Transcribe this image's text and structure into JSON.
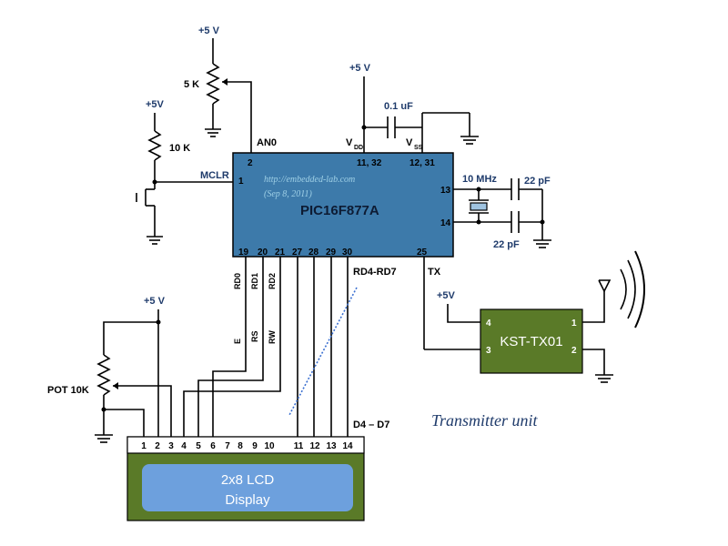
{
  "mcu": {
    "name": "PIC16F877A",
    "website": "http://embedded-lab.com",
    "date": "(Sep 8, 2011)",
    "pins": {
      "an0": "2",
      "mclr": "1",
      "vdd": "11, 32",
      "vss": "12, 31",
      "osc1": "13",
      "osc2": "14",
      "tx_pin": "25",
      "rd0": "19",
      "rd1": "20",
      "rd2": "21",
      "rd4": "27",
      "rd5": "28",
      "rd6": "29",
      "rd7": "30"
    },
    "labels": {
      "an0": "AN0",
      "mclr": "MCLR",
      "vdd": "V",
      "vdd_sub": "DD",
      "vss": "V",
      "vss_sub": "SS",
      "tx": "TX",
      "rd0": "RD0",
      "rd1": "RD1",
      "rd2": "RD2",
      "rd4_rd7": "RD4-RD7"
    }
  },
  "power": {
    "vcc_pot": "+5 V",
    "vcc_mclr": "+5V",
    "vcc_decoupling": "+5 V",
    "vcc_lcd": "+5 V",
    "vcc_tx": "+5V"
  },
  "components": {
    "pot_top": "5 K",
    "pull_up": "10 K",
    "decoupling_cap": "0.1 uF",
    "crystal": "10 MHz",
    "cap_upper": "22 pF",
    "cap_lower": "22 pF",
    "lcd_pot": "POT 10K"
  },
  "lcd": {
    "line1": "2x8 LCD",
    "line2": "Display",
    "pins": [
      "1",
      "2",
      "3",
      "4",
      "5",
      "6",
      "7",
      "8",
      "9",
      "10",
      "11",
      "12",
      "13",
      "14"
    ],
    "signal_e": "E",
    "signal_rs": "RS",
    "signal_rw": "RW",
    "data_label": "D4 – D7"
  },
  "transmitter": {
    "name": "KST-TX01",
    "pin_4": "4",
    "pin_3": "3",
    "pin_1": "1",
    "pin_2": "2"
  },
  "caption": "Transmitter unit",
  "colors": {
    "mcu_fill": "#3d7aaa",
    "lcd_fill": "#5a7a28",
    "lcd_screen": "#6da0dd",
    "tx_fill": "#5a7a28",
    "text_blue": "#1f3b6b"
  }
}
